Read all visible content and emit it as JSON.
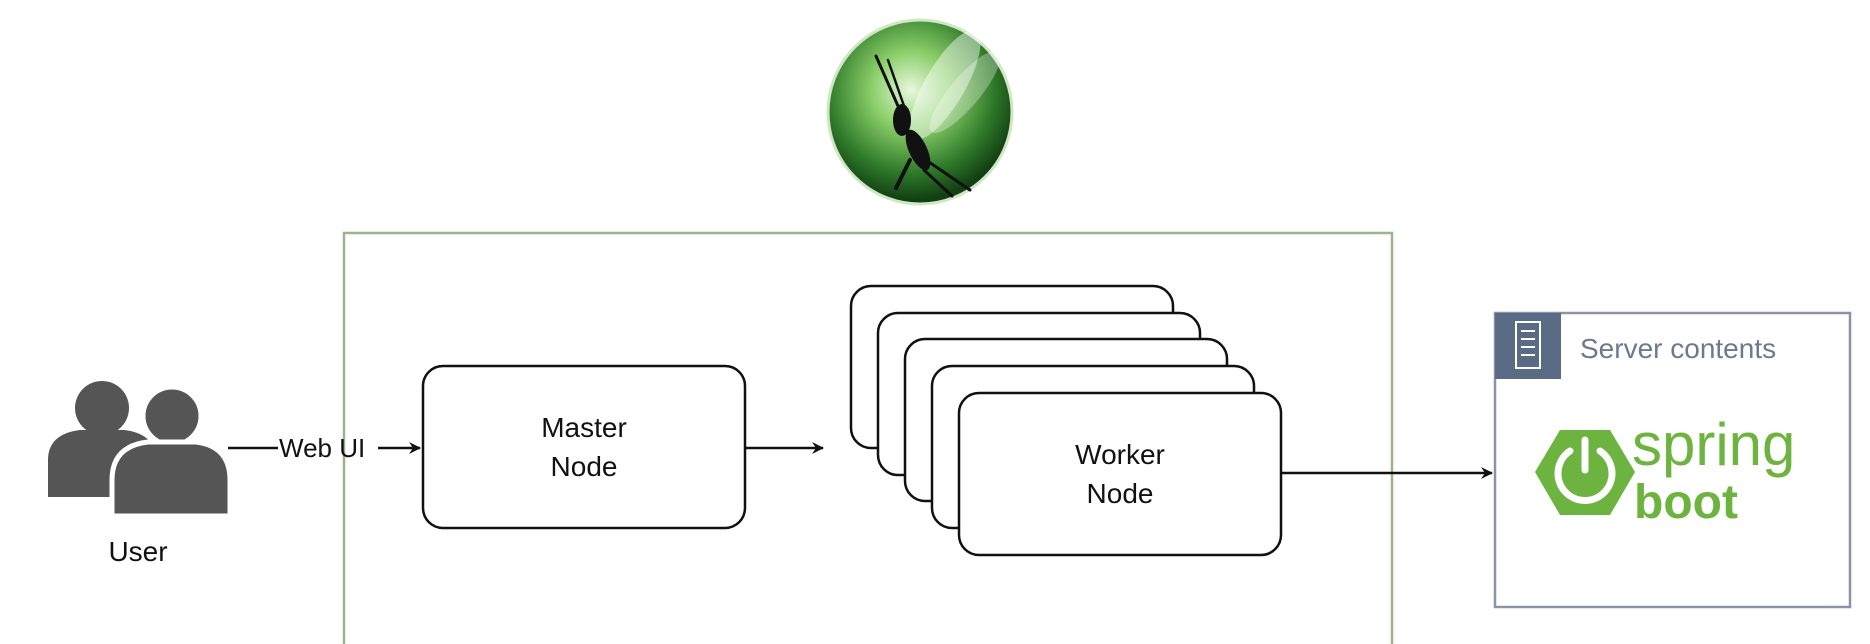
{
  "diagram": {
    "user_label": "User",
    "edge_label": "Web UI",
    "master_node_label_line1": "Master",
    "master_node_label_line2": "Node",
    "worker_node_label_line1": "Worker",
    "worker_node_label_line2": "Node",
    "server_panel_title": "Server contents",
    "spring_logo_text_line1": "spring",
    "spring_logo_text_line2": "boot",
    "worker_stack_count": 5
  },
  "colors": {
    "cluster_border": "#9bb58a",
    "node_stroke": "#111111",
    "user_icon": "#555555",
    "server_panel_border": "#8a93a8",
    "server_header_bg": "#5a6b85",
    "spring_green": "#6db33f",
    "locust_green_light": "#a8dc8c",
    "locust_green_dark": "#1d4d1a"
  }
}
